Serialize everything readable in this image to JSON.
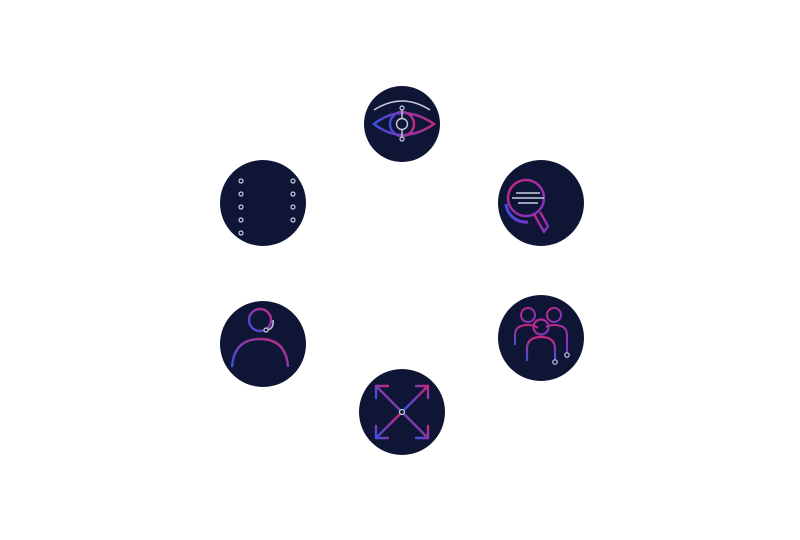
{
  "colors": {
    "badge_background": "#0f1535",
    "page_background": "#ffffff",
    "gradient_blue": "#3d4fe0",
    "gradient_magenta": "#c7287f",
    "gradient_purple": "#7a35c8",
    "line_light": "#c9cde0"
  },
  "icons": [
    {
      "id": "eye",
      "name": "eye-icon"
    },
    {
      "id": "search",
      "name": "magnifier-document-icon"
    },
    {
      "id": "team",
      "name": "group-people-icon"
    },
    {
      "id": "expand",
      "name": "expand-arrows-icon"
    },
    {
      "id": "user",
      "name": "user-headset-icon"
    },
    {
      "id": "list",
      "name": "list-lines-icon"
    }
  ]
}
